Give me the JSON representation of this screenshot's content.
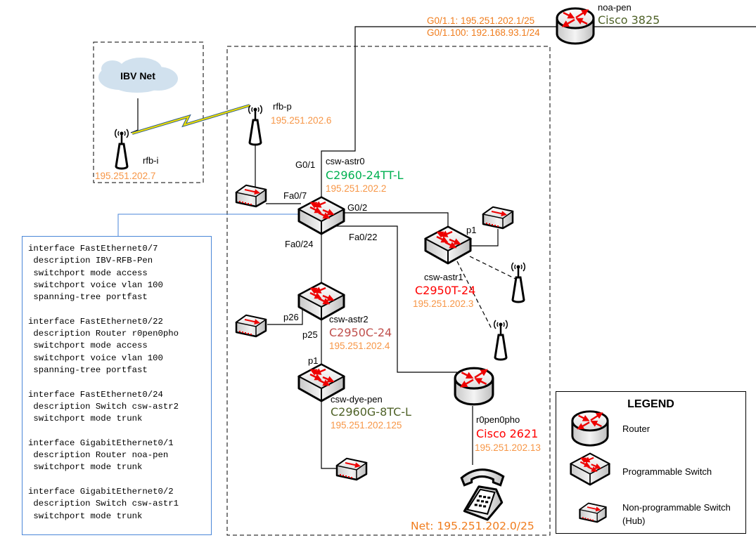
{
  "colors": {
    "ip": "#f79646",
    "model_green": "#00b050",
    "model_red": "#ff0000",
    "model_brown": "#c0504d",
    "model_olive": "#4f6228",
    "net": "#f07c1c",
    "config_border": "#4a86d8"
  },
  "cloud": {
    "label": "IBV Net"
  },
  "devices": {
    "noa_pen": {
      "name": "noa-pen",
      "model": "Cisco 3825",
      "if1": "G0/1.1: 195.251.202.1/25",
      "if2": "G0/1.100: 192.168.93.1/24"
    },
    "rfb_i": {
      "name": "rfb-i",
      "ip": "195.251.202.7"
    },
    "rfb_p": {
      "name": "rfb-p",
      "ip": "195.251.202.6"
    },
    "csw_astr0": {
      "name": "csw-astr0",
      "model": "C2960-24TT-L",
      "ip": "195.251.202.2"
    },
    "csw_astr1": {
      "name": "csw-astr1",
      "model": "C2950T-24",
      "ip": "195.251.202.3"
    },
    "csw_astr2": {
      "name": "csw-astr2",
      "model": "C2950C-24",
      "ip": "195.251.202.4"
    },
    "csw_dye_pen": {
      "name": "csw-dye-pen",
      "model": "C2960G-8TC-L",
      "ip": "195.251.202.125"
    },
    "r0pen0pho": {
      "name": "r0pen0pho",
      "model": "Cisco 2621",
      "ip": "195.251.202.13"
    }
  },
  "ports": {
    "g01": "G0/1",
    "fa07": "Fa0/7",
    "g02": "G0/2",
    "fa022": "Fa0/22",
    "fa024": "Fa0/24",
    "astr1_p1": "p1",
    "p26": "p26",
    "p25": "p25",
    "dye_p1": "p1"
  },
  "net_label": "Net: 195.251.202.0/25",
  "config_lines": [
    "interface FastEthernet0/7",
    " description IBV-RFB-Pen",
    " switchport mode access",
    " switchport voice vlan 100",
    " spanning-tree portfast",
    "",
    "interface FastEthernet0/22",
    " description Router r0pen0pho",
    " switchport mode access",
    " switchport voice vlan 100",
    " spanning-tree portfast",
    "",
    "interface FastEthernet0/24",
    " description Switch csw-astr2",
    " switchport mode trunk",
    "",
    "interface GigabitEthernet0/1",
    " description Router noa-pen",
    " switchport mode trunk",
    "",
    "interface GigabitEthernet0/2",
    " description Switch csw-astr1",
    " switchport mode trunk"
  ],
  "legend": {
    "title": "LEGEND",
    "router": "Router",
    "switch": "Programmable Switch",
    "hub_line1": "Non-programmable Switch",
    "hub_line2": "(Hub)"
  }
}
